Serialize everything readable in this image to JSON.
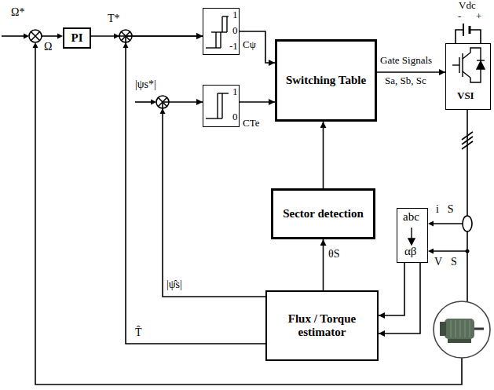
{
  "diagram": {
    "nodes": [
      {
        "text": [
          "PI"
        ]
      },
      {
        "text": [
          "1",
          "0",
          "-1",
          "Cψ"
        ]
      },
      {
        "text": [
          "1",
          "0",
          "CTe"
        ]
      },
      {
        "text": [
          "Switching Table"
        ]
      },
      {
        "text": [
          "VSI"
        ]
      },
      {
        "text": [
          "Sector detection"
        ]
      },
      {
        "text": [
          "abc",
          "αβ"
        ]
      },
      {
        "text": [
          "Flux / Torque estimator"
        ]
      }
    ],
    "edges": [
      {
        "from": 0,
        "to": 1,
        "arrow": "to"
      },
      {
        "from": 7,
        "to": 1,
        "arrow": "to"
      },
      {
        "from": 7,
        "to": 2,
        "arrow": "to"
      },
      {
        "from": 1,
        "to": 3,
        "arrow": "to"
      },
      {
        "from": 2,
        "to": 3,
        "arrow": "to"
      },
      {
        "from": 5,
        "to": 3,
        "arrow": "to"
      },
      {
        "from": 7,
        "to": 5,
        "arrow": "to"
      },
      {
        "from": 3,
        "to": 4,
        "arrow": "to"
      },
      {
        "from": 6,
        "to": 7,
        "arrow": "to"
      },
      {
        "from": 6,
        "to": 7,
        "arrow": "to"
      }
    ],
    "labels": [
      "Ω*",
      "Ω",
      "T*",
      "|ψs*|",
      "Gate Signals",
      "Sa, Sb, Sc",
      "Vdc",
      "-",
      "+",
      "θS",
      "|ψ̂s|",
      "T̂",
      "i⃗S",
      "V⃗S"
    ]
  }
}
